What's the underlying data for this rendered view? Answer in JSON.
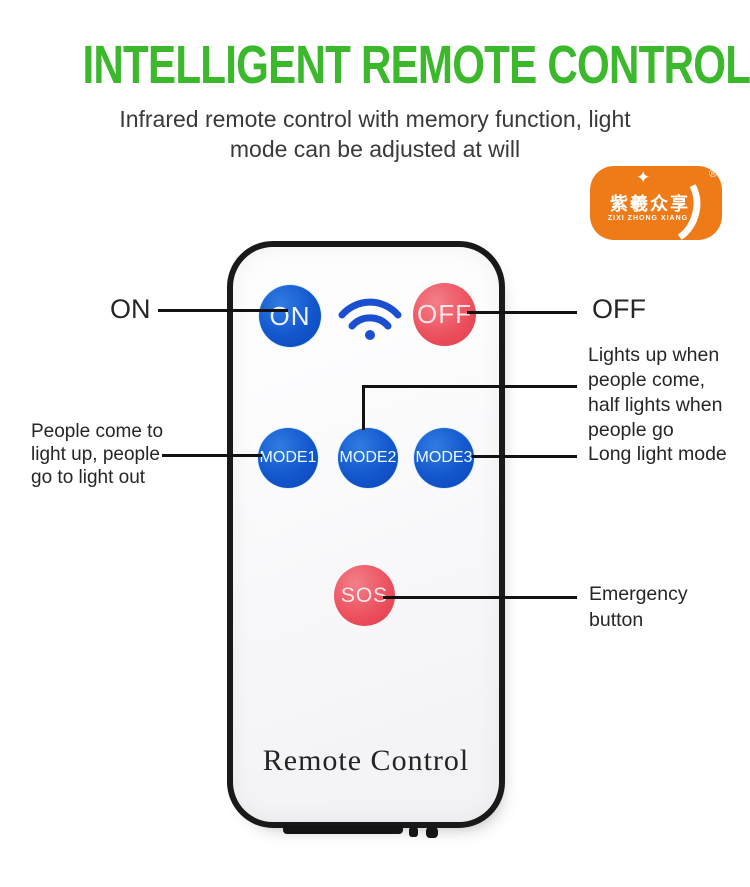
{
  "header": {
    "title": "INTELLIGENT REMOTE CONTROL",
    "title_color": "#3cb82d",
    "subtitle_lines": [
      "Infrared remote control with memory function, light",
      "mode can be adjusted at will"
    ]
  },
  "logo": {
    "bg_color": "#ee7a18",
    "brand_cn": "紫羲众享",
    "brand_en": "ZIXI ZHONG XIANG",
    "registered": "®",
    "sparkle": "✦",
    "crescent_icon": "crescent-moon"
  },
  "remote": {
    "label": "Remote Control",
    "colors": {
      "blue": "#1356cd",
      "red": "#ec4e5c",
      "wifi_blue": "#1b4fd1",
      "shell": "#191919"
    },
    "buttons": {
      "on": "ON",
      "off": "OFF",
      "mode1": "MODE1",
      "mode2": "MODE2",
      "mode3": "MODE3",
      "sos": "SOS"
    },
    "icons": {
      "wifi": "wifi"
    }
  },
  "callouts": {
    "on": "ON",
    "off": "OFF",
    "mode2_lines": [
      "Lights up when",
      "people come,",
      "half lights when",
      "people go"
    ],
    "mode1_lines": [
      "People come to",
      "light up, people",
      "go to light out"
    ],
    "mode3": "Long light mode",
    "sos_lines": [
      "Emergency",
      "button"
    ]
  }
}
